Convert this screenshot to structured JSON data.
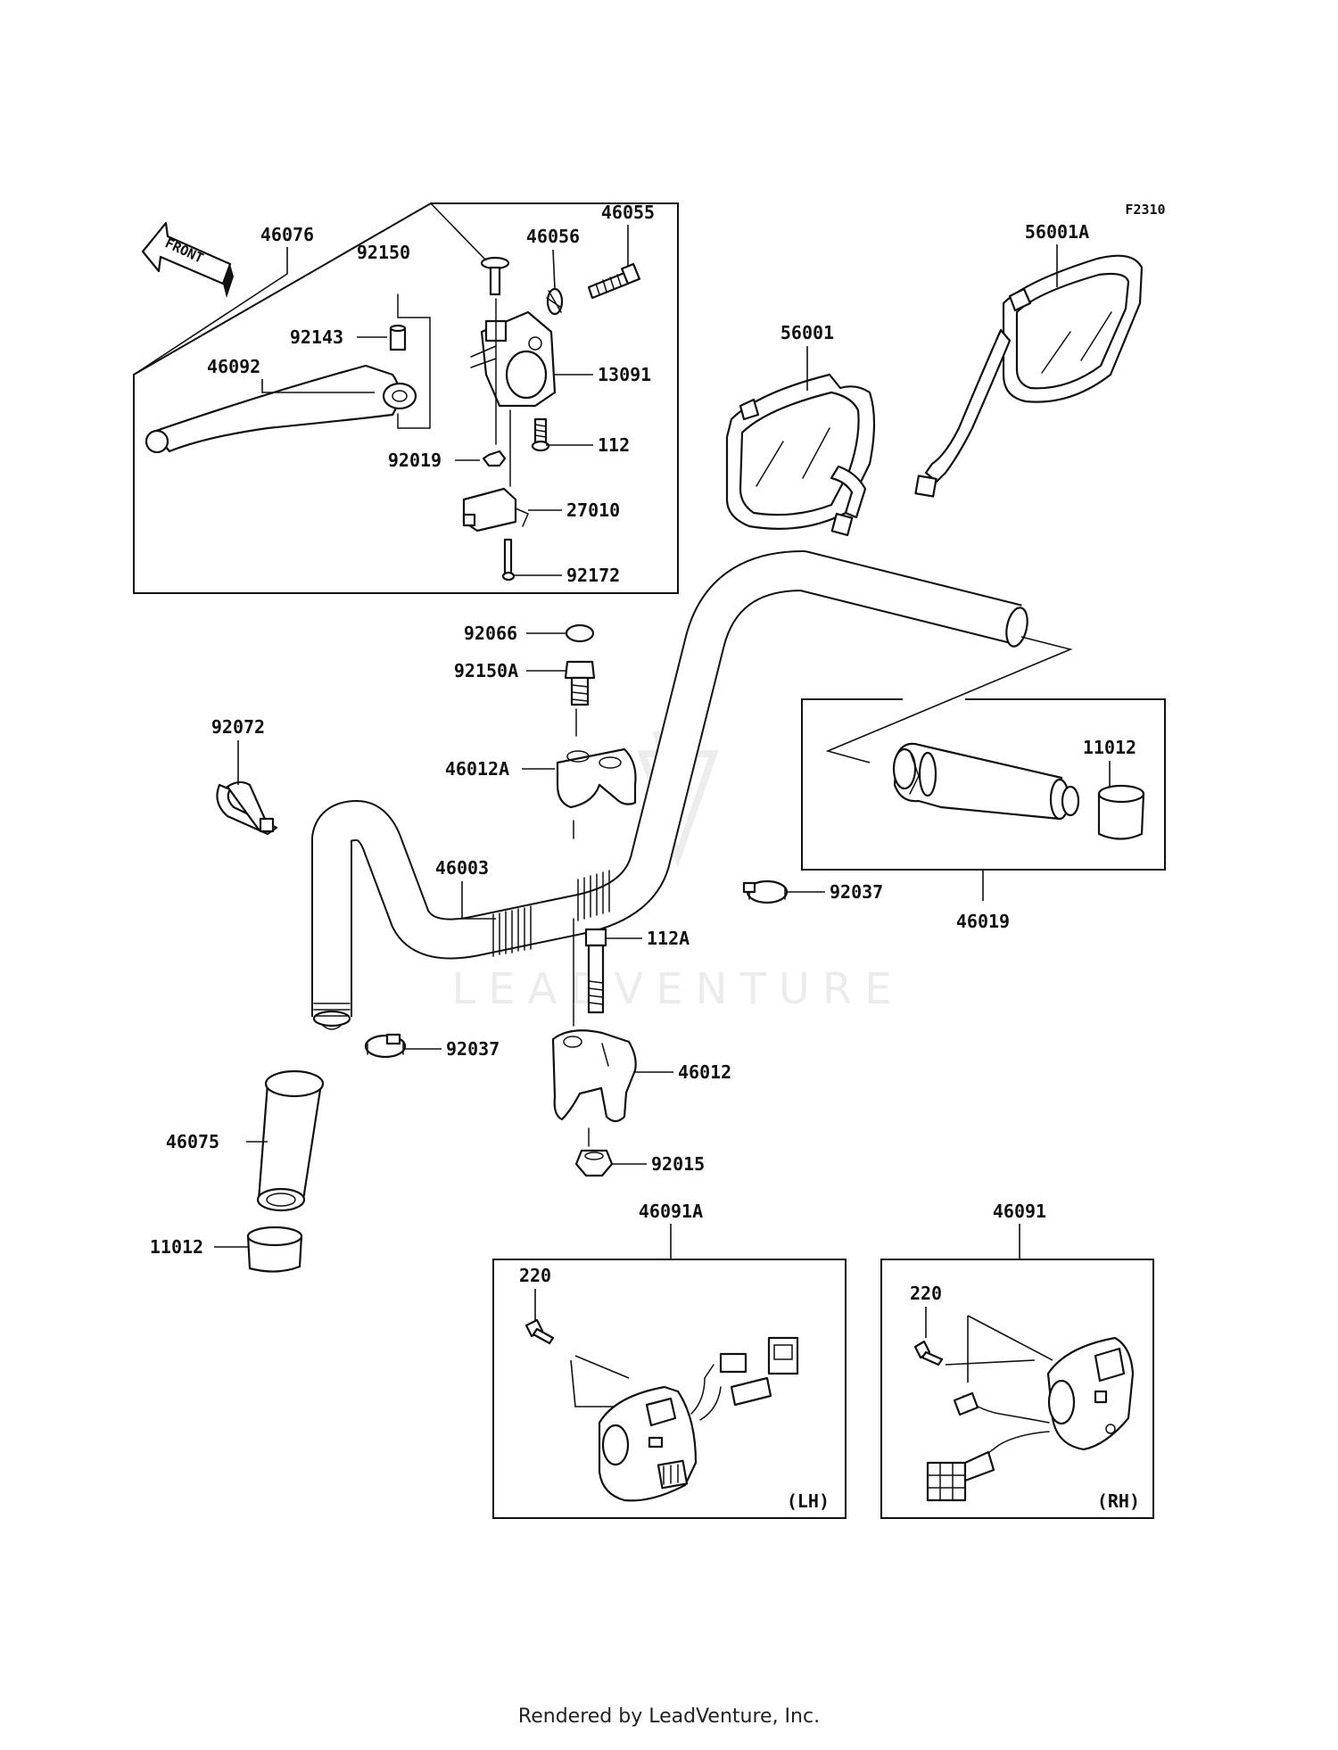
{
  "figure_code": "F2310",
  "watermark": "LEADVENTURE",
  "footer": "Rendered by LeadVenture, Inc.",
  "front_arrow_label": "FRONT",
  "side_labels": {
    "left": "(LH)",
    "right": "(RH)"
  },
  "callouts": {
    "c46076": "46076",
    "c46092": "46092",
    "c92150": "92150",
    "c46056": "46056",
    "c46055": "46055",
    "c92143": "92143",
    "c13091": "13091",
    "c112": "112",
    "c92019": "92019",
    "c27010": "27010",
    "c92172": "92172",
    "c56001": "56001",
    "c56001A": "56001A",
    "c92066": "92066",
    "c92150A": "92150A",
    "c92072": "92072",
    "c46012A": "46012A",
    "c46003": "46003",
    "c11012_r": "11012",
    "c92037_r": "92037",
    "c46019": "46019",
    "c112A": "112A",
    "c92037_l": "92037",
    "c46012": "46012",
    "c46075": "46075",
    "c92015": "92015",
    "c11012_l": "11012",
    "c46091A": "46091A",
    "c46091": "46091",
    "c220_l": "220",
    "c220_r": "220"
  }
}
